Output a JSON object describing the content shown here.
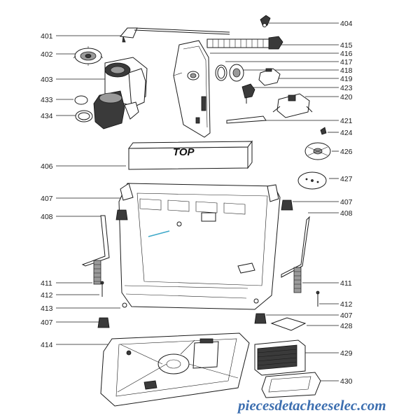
{
  "labels_left": [
    "401",
    "402",
    "403",
    "433",
    "434",
    "406",
    "407",
    "408",
    "411",
    "412",
    "413",
    "407",
    "414"
  ],
  "labels_right": [
    "404",
    "415",
    "416",
    "417",
    "418",
    "419",
    "423",
    "420",
    "421",
    "424",
    "426",
    "427",
    "407",
    "408",
    "411",
    "412",
    "407",
    "428",
    "429",
    "430"
  ],
  "box_text": "TOP",
  "watermark": "piecesdetacheeselec.com",
  "colors": {
    "ink": "#1a1a1a",
    "watermark": "#3d6fb0",
    "accent_line": "#3fa9c9"
  }
}
